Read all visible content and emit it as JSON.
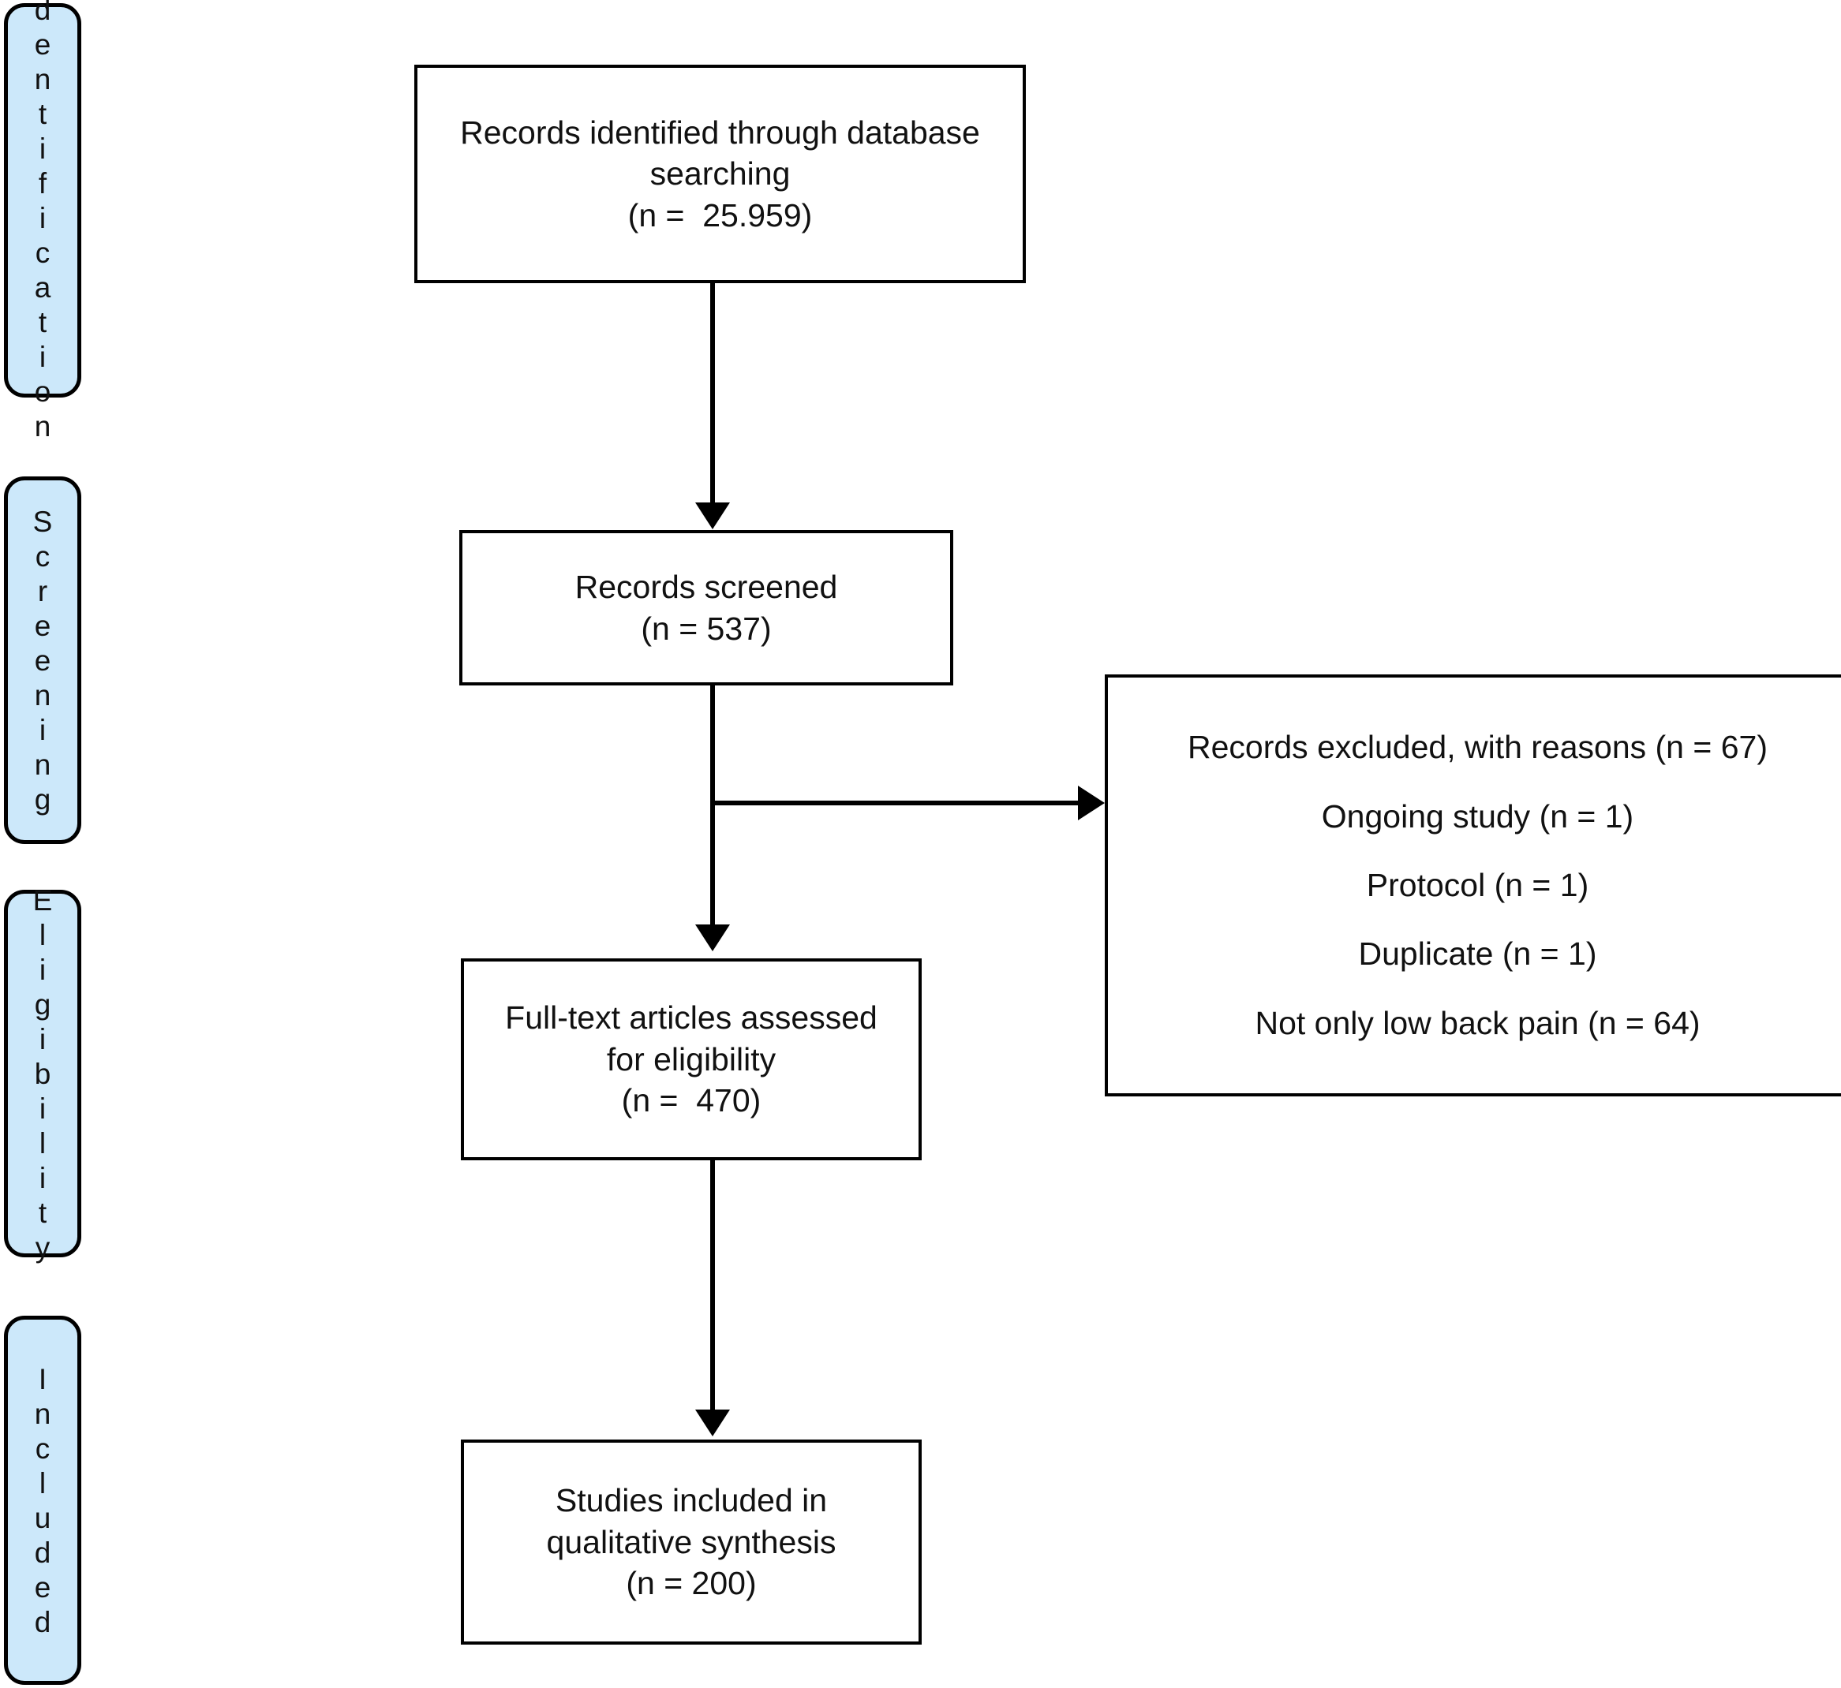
{
  "diagram": {
    "type": "prisma-flow-diagram",
    "accent_color": "#cce8fa",
    "border_color": "#000000",
    "text_color": "#111111"
  },
  "stages": [
    {
      "name": "identification",
      "label": "Identification"
    },
    {
      "name": "screening",
      "label": "Screening"
    },
    {
      "name": "eligibility",
      "label": "Eligibility"
    },
    {
      "name": "included",
      "label": "Included"
    }
  ],
  "boxes": {
    "identified": {
      "line1": "Records identified through database",
      "line2": "searching",
      "line3": "(n =  25.959)",
      "count": "25.959"
    },
    "screened": {
      "line1": "Records screened",
      "line2": "(n = 537)",
      "count": "537"
    },
    "excluded": {
      "line1": "Records excluded, with reasons (n = 67)",
      "line2": "Ongoing study (n = 1)",
      "line3": "Protocol (n = 1)",
      "line4": "Duplicate (n = 1)",
      "line5": "Not only low back pain (n = 64)",
      "count": "67"
    },
    "fulltext": {
      "line1": "Full-text articles assessed",
      "line2": "for eligibility",
      "line3": "(n =  470)",
      "count": "470"
    },
    "included": {
      "line1": "Studies included in",
      "line2": "qualitative synthesis",
      "line3": "(n = 200)",
      "count": "200"
    }
  }
}
